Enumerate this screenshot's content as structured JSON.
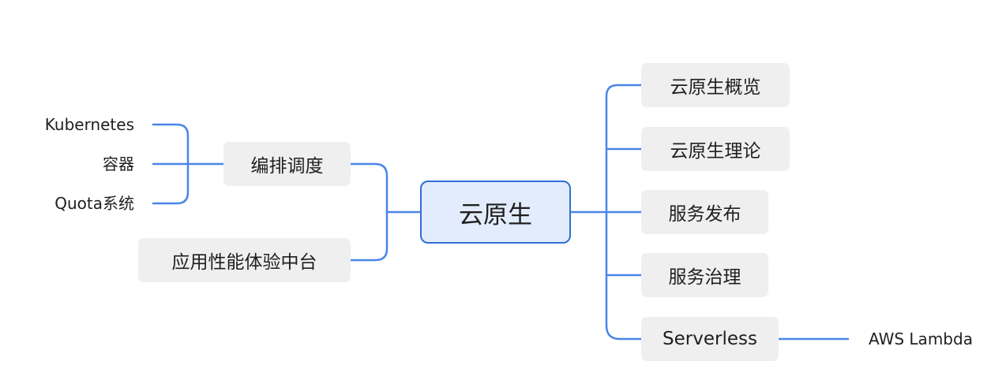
{
  "root": {
    "label": "云原生"
  },
  "left": {
    "orchestration": {
      "label": "编排调度",
      "children": [
        "Kubernetes",
        "容器",
        "Quota系统"
      ]
    },
    "apm": {
      "label": "应用性能体验中台"
    }
  },
  "right": {
    "items": [
      "云原生概览",
      "云原生理论",
      "服务发布",
      "服务治理",
      "Serverless"
    ],
    "serverless_child": "AWS Lambda"
  },
  "colors": {
    "link": "#4a86e8",
    "root_border": "#2f6ed6",
    "root_fill": "#e3ecfc",
    "node_fill": "#efefef"
  }
}
